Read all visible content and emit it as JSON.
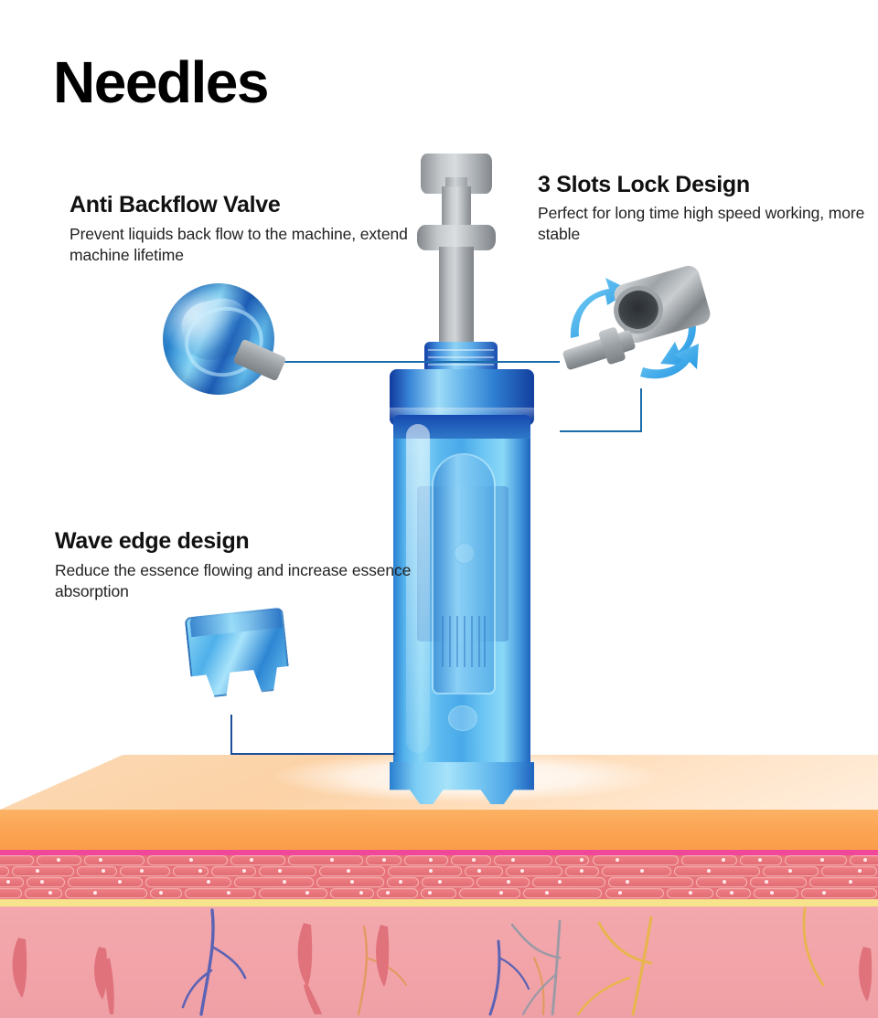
{
  "page": {
    "title": "Needles",
    "background": "#ffffff",
    "accent_line_color": "#1a6cab",
    "product": "microneedling cartridge"
  },
  "features": [
    {
      "id": "anti-backflow-valve",
      "title": "Anti Backflow Valve",
      "description": "Prevent liquids back flow to the machine, extend machine lifetime",
      "position": "top-left",
      "icon": "valve-component-icon"
    },
    {
      "id": "three-slots-lock-design",
      "title": "3 Slots Lock Design",
      "description": "Perfect for long time high speed working, more stable",
      "position": "top-right",
      "icon": "lock-component-icon"
    },
    {
      "id": "wave-edge-design",
      "title": "Wave edge design",
      "description": "Reduce the essence flowing and increase essence absorption",
      "position": "mid-left",
      "icon": "wave-edge-component-icon"
    }
  ],
  "device": {
    "name": "needle-cartridge",
    "parts": [
      "plunger-head",
      "plunger-flange",
      "plunger-shaft",
      "cap-ring",
      "three-slot-collar",
      "translucent-body",
      "inner-needle-assembly",
      "wave-edge-base"
    ],
    "colors": {
      "plunger_gray": "#a9aeb2",
      "body_blue": "#5cb8ef",
      "deep_blue": "#1f63bd",
      "highlight": "#a6e2fa"
    }
  },
  "skin_cross_section": {
    "name": "skin-layers-illustration",
    "layers": [
      {
        "name": "surface-top-face",
        "color": "#fcd2a6"
      },
      {
        "name": "epidermis",
        "color": "#fba453"
      },
      {
        "name": "basement-membrane",
        "color": "#f0479b"
      },
      {
        "name": "dermis-cell-layer",
        "color": "#e7747a"
      },
      {
        "name": "fat-boundary",
        "color": "#f7e38c"
      },
      {
        "name": "hypodermis",
        "color": "#f2a3a8"
      }
    ],
    "vessel_colors": [
      "#5b63b5",
      "#e0727c",
      "#e8b54a",
      "#9b9aa6",
      "#e39a62"
    ]
  }
}
